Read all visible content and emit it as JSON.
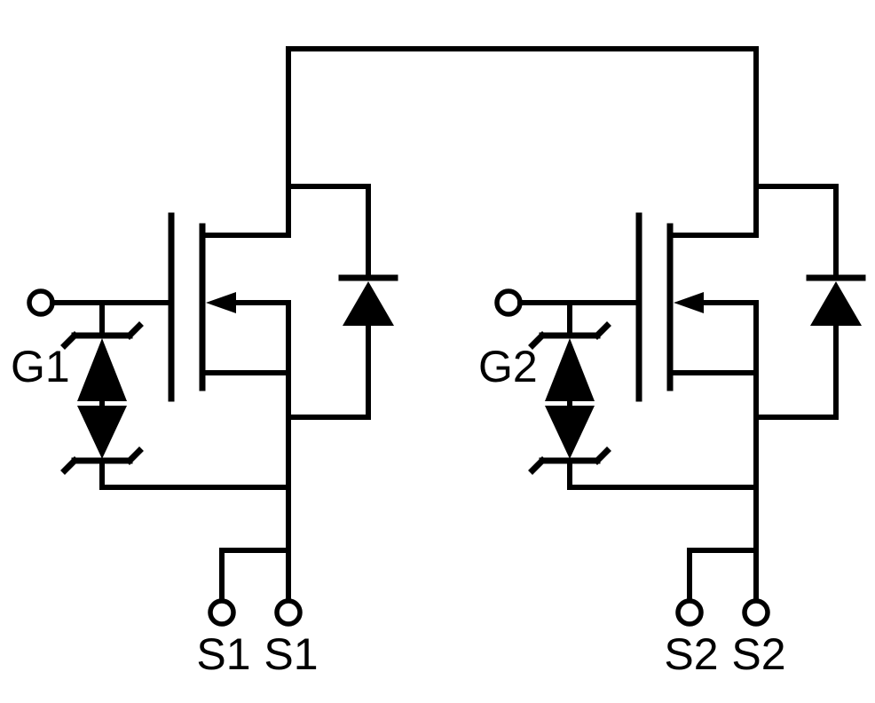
{
  "colors": {
    "line": "#000000",
    "background": "#ffffff"
  },
  "labels": {
    "q1": {
      "gate": "G1",
      "source_pin_1": "S1",
      "source_pin_2": "S1"
    },
    "q2": {
      "gate": "G2",
      "source_pin_1": "S2",
      "source_pin_2": "S2"
    }
  }
}
